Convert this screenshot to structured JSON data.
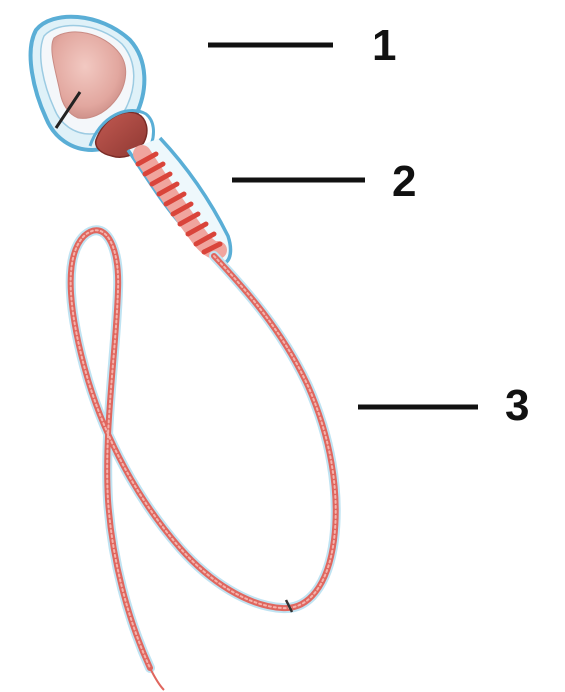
{
  "labels": [
    {
      "number": "1"
    },
    {
      "number": "2"
    },
    {
      "number": "3"
    }
  ],
  "colors": {
    "membrane": "#5aaed6",
    "membrane_light": "#bfe3f2",
    "acrosome": "#e9b6ae",
    "nucleus": "#d98e86",
    "neck": "#a94840",
    "midpiece_bands": "#d9443a",
    "tail": "#e0665e",
    "tail_light": "#f3b3ad",
    "ink": "#111111"
  }
}
